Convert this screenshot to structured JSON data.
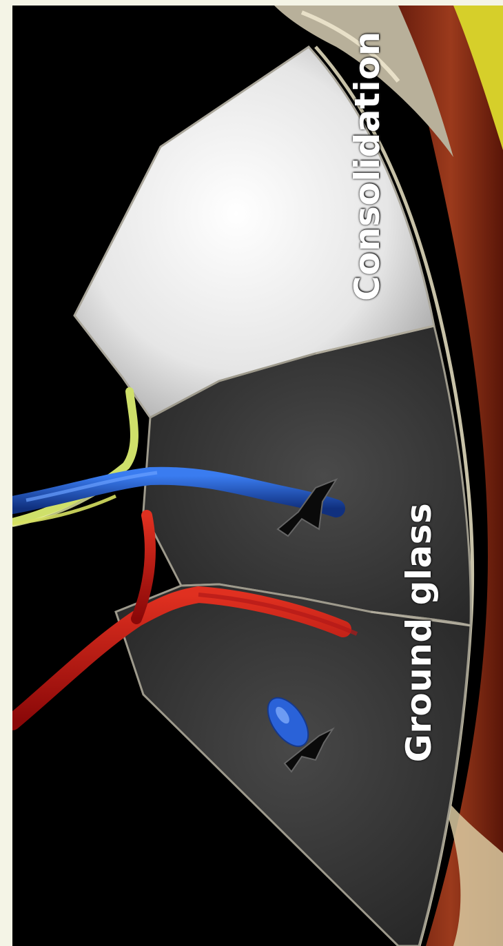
{
  "labels": {
    "consolidation": "Consolidation",
    "ground_glass": "Ground glass"
  },
  "colors": {
    "frame_background": "#f4f4e6",
    "scene_background": "#000000",
    "consolidation_fill": "#e8e8e8",
    "ground_glass_fill": "#3a3a3a",
    "vein": "#1e54c8",
    "artery": "#c01010",
    "bronchus": "#d8e070",
    "pleura_muscle": "#8a2a14",
    "fat": "#d8d030"
  },
  "icons": {
    "vein": "blue-vessel",
    "artery": "red-vessel",
    "bronchiole": "airway-branch"
  }
}
